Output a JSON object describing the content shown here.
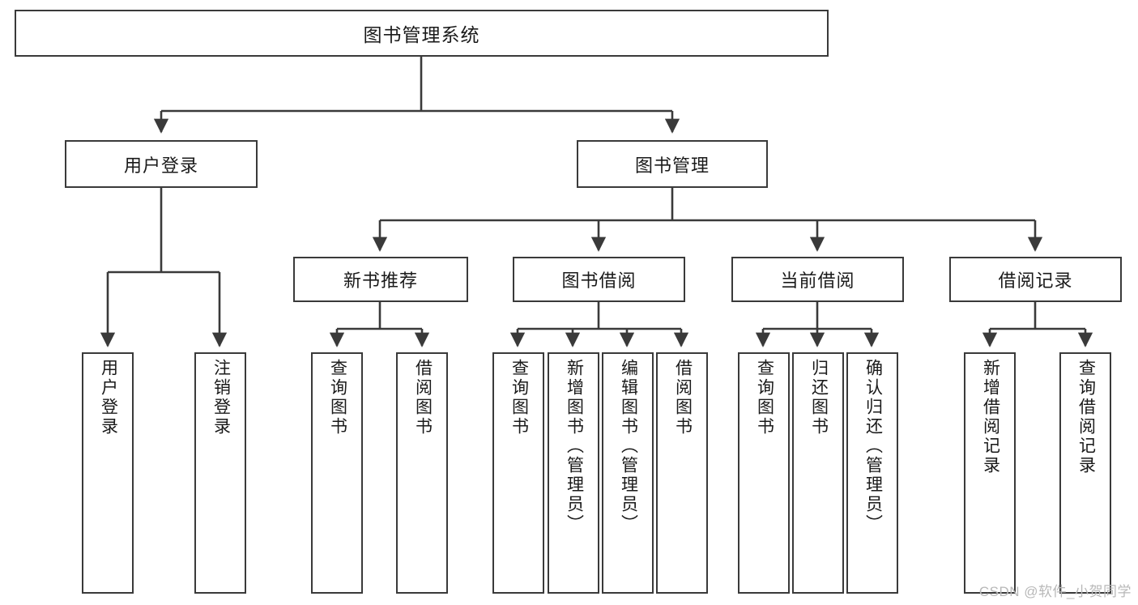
{
  "diagram": {
    "title": "图书管理系统",
    "type": "tree",
    "watermark": "CSDN @软件_小贺同学",
    "colors": {
      "stroke": "#3a3a3a",
      "fill": "#ffffff",
      "text": "#1a1a1a",
      "watermark": "#b8b8b8"
    },
    "nodes": {
      "root": {
        "label": "图书管理系统"
      },
      "level1": [
        {
          "label": "用户登录"
        },
        {
          "label": "图书管理"
        }
      ],
      "level2": [
        {
          "label": "新书推荐"
        },
        {
          "label": "图书借阅"
        },
        {
          "label": "当前借阅"
        },
        {
          "label": "借阅记录"
        }
      ],
      "leaves_user_login": [
        {
          "label": "用户登录"
        },
        {
          "label": "注销登录"
        }
      ],
      "leaves_new_book": [
        {
          "label": "查询图书"
        },
        {
          "label": "借阅图书"
        }
      ],
      "leaves_borrow": [
        {
          "label": "查询图书"
        },
        {
          "label": "新增图书（管理员）"
        },
        {
          "label": "编辑图书（管理员）"
        },
        {
          "label": "借阅图书"
        }
      ],
      "leaves_current": [
        {
          "label": "查询图书"
        },
        {
          "label": "归还图书"
        },
        {
          "label": "确认归还（管理员）"
        }
      ],
      "leaves_record": [
        {
          "label": "新增借阅记录"
        },
        {
          "label": "查询借阅记录"
        }
      ]
    }
  }
}
